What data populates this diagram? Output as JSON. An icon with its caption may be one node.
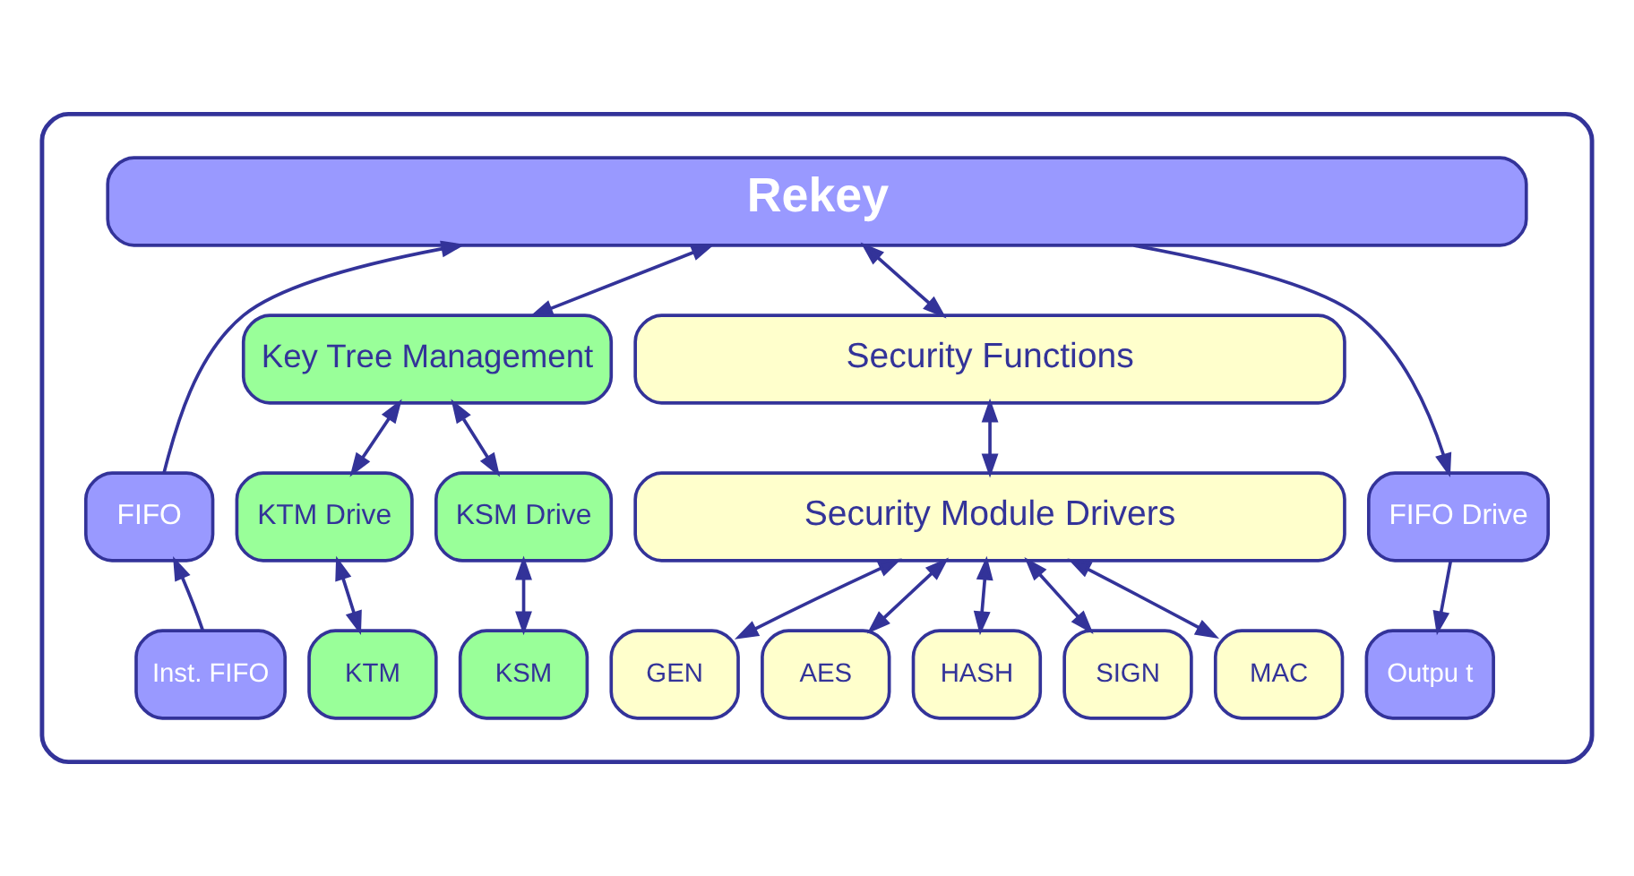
{
  "diagram": {
    "nodes": [
      {
        "text": [],
        "shape": "box"
      },
      {
        "text": [
          "Rekey"
        ],
        "in": 0
      },
      {
        "text": [
          "Key Tree Management"
        ],
        "in": 0
      },
      {
        "text": [
          "Security Functions"
        ],
        "in": 0
      },
      {
        "text": [
          "FIFO"
        ],
        "in": 0
      },
      {
        "text": [
          "KTM Drive"
        ],
        "in": 0
      },
      {
        "text": [
          "KSM Drive"
        ],
        "in": 0
      },
      {
        "text": [
          "Security Module Drivers"
        ],
        "in": 0
      },
      {
        "text": [
          "FIFO Drive"
        ],
        "in": 0
      },
      {
        "text": [
          "Inst. FIFO"
        ],
        "in": 0
      },
      {
        "text": [
          "KTM"
        ],
        "in": 0
      },
      {
        "text": [
          "KSM"
        ],
        "in": 0
      },
      {
        "text": [
          "GEN"
        ],
        "in": 0
      },
      {
        "text": [
          "AES"
        ],
        "in": 0
      },
      {
        "text": [
          "HASH"
        ],
        "in": 0
      },
      {
        "text": [
          "SIGN"
        ],
        "in": 0
      },
      {
        "text": [
          "MAC"
        ],
        "in": 0
      },
      {
        "text": [
          "Outpu t"
        ],
        "in": 0
      }
    ],
    "edges": [
      {
        "from": 4,
        "to": 1,
        "arrow": "to"
      },
      {
        "from": 1,
        "to": 2,
        "arrow": "both"
      },
      {
        "from": 1,
        "to": 3,
        "arrow": "both"
      },
      {
        "from": 1,
        "to": 8,
        "arrow": "to"
      },
      {
        "from": 2,
        "to": 5,
        "arrow": "both"
      },
      {
        "from": 2,
        "to": 6,
        "arrow": "both"
      },
      {
        "from": 3,
        "to": 7,
        "arrow": "both"
      },
      {
        "from": 9,
        "to": 4,
        "arrow": "to"
      },
      {
        "from": 5,
        "to": 10,
        "arrow": "both"
      },
      {
        "from": 6,
        "to": 11,
        "arrow": "both"
      },
      {
        "from": 7,
        "to": 12,
        "arrow": "both"
      },
      {
        "from": 7,
        "to": 13,
        "arrow": "both"
      },
      {
        "from": 7,
        "to": 14,
        "arrow": "both"
      },
      {
        "from": 7,
        "to": 15,
        "arrow": "both"
      },
      {
        "from": 7,
        "to": 16,
        "arrow": "both"
      },
      {
        "from": 8,
        "to": 17,
        "arrow": "to"
      }
    ]
  }
}
